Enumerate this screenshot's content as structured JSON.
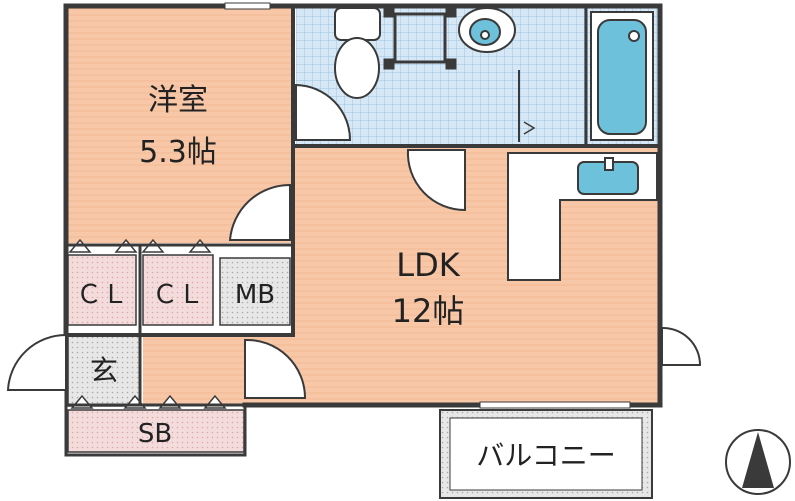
{
  "rooms": {
    "western_room": {
      "name": "洋室",
      "size": "5.3帖"
    },
    "ldk": {
      "name": "LDK",
      "size": "12帖"
    },
    "closet_1": {
      "label": "ＣＬ"
    },
    "closet_2": {
      "label": "ＣＬ"
    },
    "meter_box": {
      "label": "MB"
    },
    "entrance": {
      "label": "玄"
    },
    "shoe_box": {
      "label": "SB"
    },
    "balcony": {
      "label": "バルコニー"
    }
  },
  "colors": {
    "wall": "#3a3a3a",
    "room_floor": "#f7c7a8",
    "stripe": "#f0b993",
    "wet_area": "#d6e8f5",
    "tile_line": "#9ec4e4",
    "fixture_blue": "#6ec1da",
    "storage": "#f5dcdc",
    "mb_fill": "#e7e7e7",
    "balcony_fill": "#ffffff"
  },
  "icons": [
    "toilet-icon",
    "washing-machine-icon",
    "washbasin-icon",
    "bathtub-icon",
    "kitchen-sink-icon",
    "north-arrow-icon"
  ]
}
